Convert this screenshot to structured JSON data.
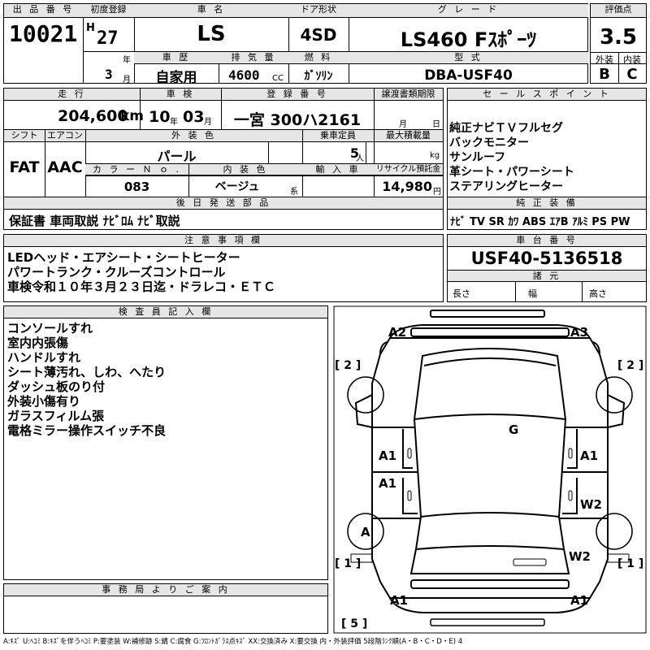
{
  "lot": {
    "label": "出 品 番 号",
    "value": "10021"
  },
  "first_reg": {
    "label": "初度登録",
    "era": "H",
    "year": "27",
    "year_unit": "年",
    "month": "3",
    "month_unit": "月"
  },
  "car_name": {
    "label": "車 名",
    "value": "LS"
  },
  "door": {
    "label": "ドア形状",
    "value": "4SD"
  },
  "grade": {
    "label": "グ レ ー ド",
    "value": "LS460 Fｽﾎﾟｰﾂ"
  },
  "score": {
    "label": "評価点",
    "value": "3.5",
    "ext_label": "外装",
    "int_label": "内装",
    "ext_value": "B",
    "int_value": "C"
  },
  "history": {
    "label": "車 歴",
    "value": "自家用"
  },
  "displacement": {
    "label": "排 気 量",
    "value": "4600",
    "unit": "CC"
  },
  "fuel": {
    "label": "燃 料",
    "value": "ｶﾞｿﾘﾝ"
  },
  "model": {
    "label": "型 式",
    "value": "DBA-USF40"
  },
  "mileage": {
    "label": "走 行",
    "value": "204,600",
    "unit": "km"
  },
  "inspection": {
    "label": "車 検",
    "year": "10",
    "year_unit": "年",
    "month": "03",
    "month_unit": "月"
  },
  "registration": {
    "label": "登 録 番 号",
    "value": "一宮 300ハ2161"
  },
  "transfer": {
    "label": "譲渡書類期限",
    "month_unit": "月",
    "day_unit": "日"
  },
  "sales_points": {
    "label": "セ ー ル ス ポ イ ン ト",
    "lines": [
      "純正ナビＴＶフルセグ",
      "バックモニター",
      "サンルーフ",
      "革シート・パワーシート",
      "ステアリングヒーター"
    ]
  },
  "shift": {
    "label": "シフト",
    "value": "FAT"
  },
  "aircon": {
    "label": "エアコン",
    "value": "AAC"
  },
  "exterior_color": {
    "label": "外 装 色",
    "value": "パール"
  },
  "capacity": {
    "label": "乗車定員",
    "value": "5",
    "unit": "人"
  },
  "max_load": {
    "label": "最大積載量",
    "unit": "kg"
  },
  "color_no": {
    "label": "カ ラ ー Ｎ ｏ .",
    "value": "083"
  },
  "interior_color": {
    "label": "内 装 色",
    "value": "ベージュ",
    "suffix": "系"
  },
  "import": {
    "label": "輸 入 車"
  },
  "recycle": {
    "label": "リサイクル預託金",
    "value": "14,980",
    "unit": "円"
  },
  "later_parts": {
    "label": "後 日 発 送 部 品",
    "value": "保証書 車両取説 ﾅﾋﾞﾛﾑ ﾅﾋﾞ取説"
  },
  "genuine_equipment": {
    "label": "純 正 装 備",
    "value": "ﾅﾋﾞ TV SR ｶﾜ ABS ｴｱB ｱﾙﾐ PS PW"
  },
  "caution": {
    "label": "注 意 事 項 欄",
    "lines": [
      "LEDヘッド・エアシート・シートヒーター",
      "パワートランク・クルーズコントロール",
      "車検令和１０年３月２３日迄・ドラレコ・ＥＴＣ"
    ]
  },
  "chassis": {
    "label": "車 台 番 号",
    "value": "USF40-5136518",
    "spec_label": "諸 元",
    "length_label": "長さ",
    "width_label": "幅",
    "height_label": "高さ"
  },
  "inspector": {
    "label": "検 査 員 記 入 欄",
    "lines": [
      "コンソールすれ",
      "室内内張傷",
      "ハンドルすれ",
      "シート薄汚れ、しわ、へたり",
      "ダッシュ板のり付",
      "外装小傷有り",
      "ガラスフィルム張",
      "電格ミラー操作スイッチ不良"
    ]
  },
  "office": {
    "label": "事 務 局 よ り ご 案 内"
  },
  "diagram": {
    "marks": [
      "A2",
      "A3",
      "G",
      "A1",
      "A1",
      "A1",
      "W2",
      "A",
      "W2",
      "A1",
      "A1"
    ],
    "brackets": [
      "[ 2 ]",
      "[ 2 ]",
      "[ 1 ]",
      "[ 1 ]",
      "[ 5 ]"
    ]
  },
  "legend": "A:ｷｽﾞ U:ﾍｺﾐ B:ｷｽﾞを伴うﾍｺﾐ P:要塗装 W:補修跡 S:錆 C:腐食 G:ﾌﾛﾝﾄｶﾞﾗｽ点ｷｽﾞ XX:交換済み X:要交換 内・外装評価 5段階ﾗﾝｸ順(A・B・C・D・E) 4"
}
